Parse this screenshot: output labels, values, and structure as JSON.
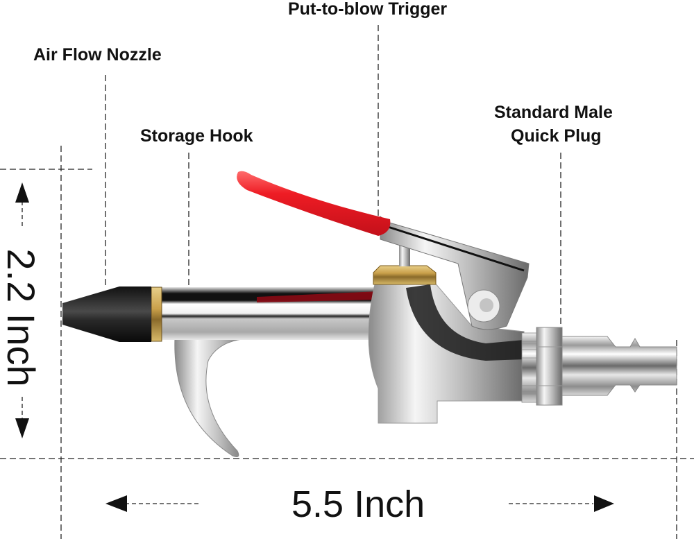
{
  "diagram": {
    "subject": "air blow gun",
    "callouts": [
      {
        "id": "nozzle",
        "text": "Air Flow Nozzle"
      },
      {
        "id": "hook",
        "text": "Storage Hook"
      },
      {
        "id": "trigger",
        "text": "Put-to-blow Trigger"
      },
      {
        "id": "plug_line1",
        "text": "Standard Male"
      },
      {
        "id": "plug_line2",
        "text": "Quick Plug"
      }
    ],
    "dimensions": {
      "height": "2.2 Inch",
      "length": "5.5 Inch"
    },
    "colors": {
      "trigger_grip": "#ee1c24",
      "nozzle": "#1a1a1a",
      "brass": "#c9a04a",
      "chrome": "#c8c8c8",
      "guide_lines": "#222222"
    }
  }
}
